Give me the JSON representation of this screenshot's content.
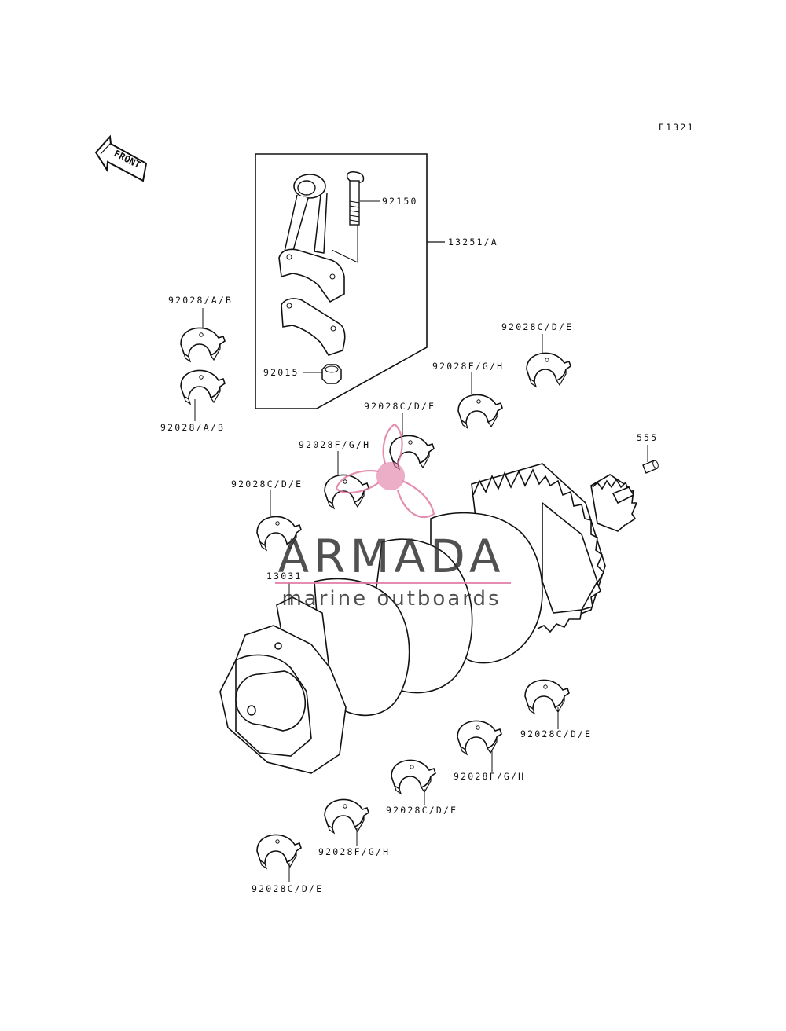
{
  "diagram_id": "E1321",
  "front_label": "FRONT",
  "watermark": {
    "brand": "ARMADA",
    "tagline": "marine outboards",
    "color": "#e07aa3",
    "text_color": "#333333"
  },
  "part_labels": {
    "p92150": "92150",
    "p13251": "13251/A",
    "p92015": "92015",
    "p92028ab_top": "92028/A/B",
    "p92028ab_bottom": "92028/A/B",
    "p92028cde_r1": "92028C/D/E",
    "p92028fgh_r1": "92028F/G/H",
    "p92028cde_r2": "92028C/D/E",
    "p92028fgh_r2": "92028F/G/H",
    "p92028cde_r3": "92028C/D/E",
    "p555": "555",
    "p13031": "13031",
    "p92028cde_l1": "92028C/D/E",
    "p92028fgh_l1": "92028F/G/H",
    "p92028cde_l2": "92028C/D/E",
    "p92028fgh_l2": "92028F/G/H",
    "p92028cde_l3": "92028C/D/E"
  }
}
